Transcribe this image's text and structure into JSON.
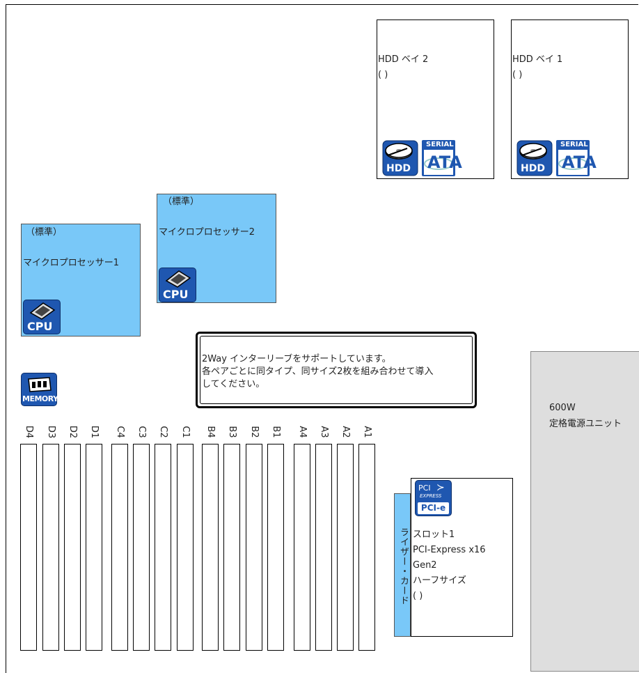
{
  "hdd_bays": [
    {
      "title": "HDD ベイ 2",
      "paren": "(      )",
      "hdd_label": "HDD",
      "sata_top": "SERIAL",
      "sata_main": "ATA"
    },
    {
      "title": "HDD ベイ 1",
      "paren": "(      )",
      "hdd_label": "HDD",
      "sata_top": "SERIAL",
      "sata_main": "ATA"
    }
  ],
  "cpus": [
    {
      "standard": "（標準）",
      "name": "マイクロプロセッサー1",
      "icon_label": "CPU"
    },
    {
      "standard": "（標準）",
      "name": "マイクロプロセッサー2",
      "icon_label": "CPU"
    }
  ],
  "notice": {
    "line1": "2Way インターリーブをサポートしています。",
    "line2": "各ペアごとに同タイプ、同サイズ2枚を組み合わせて導入",
    "line3": "してください。"
  },
  "memory_icon_label": "MEMORY",
  "dimm_slots": [
    "D4",
    "D3",
    "D2",
    "D1",
    "C4",
    "C3",
    "C2",
    "C1",
    "B4",
    "B3",
    "B2",
    "B1",
    "A4",
    "A3",
    "A2",
    "A1"
  ],
  "psu": {
    "watt": "600W",
    "label": "定格電源ユニット"
  },
  "riser": {
    "label": "ライザー・カード"
  },
  "pci_slot": {
    "icon_top": "PCI",
    "icon_mid": "EXPRESS",
    "icon_label": "PCI-e",
    "line1": "スロット1",
    "line2": "PCI-Express x16",
    "line3": "Gen2",
    "line4": "ハーフサイズ",
    "line5": "(      )"
  },
  "colors": {
    "cpu_fill": "#79c8f8",
    "psu_fill": "#dedede",
    "icon_blue": "#1f57b0"
  }
}
